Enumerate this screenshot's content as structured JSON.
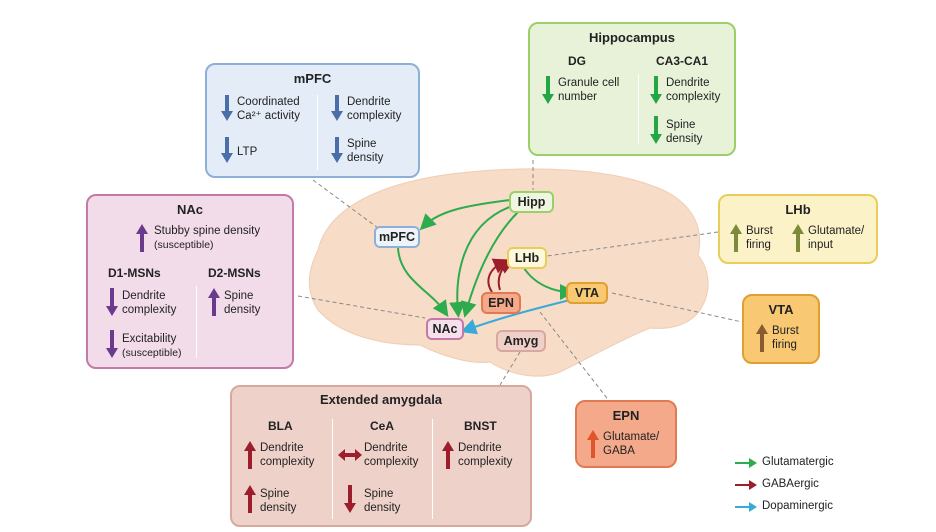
{
  "colors": {
    "glutamatergic": "#2eab4c",
    "gabaergic": "#9c1d2c",
    "dopaminergic": "#38a9d9",
    "down_blue": "#4a6fa8",
    "purple": "#6a3a8c",
    "green_arrow": "#23a645",
    "olive": "#7c8a3a",
    "brown": "#8a5a33",
    "red_arrow": "#9c1d2c",
    "orange_arrow": "#e0552a"
  },
  "mpfc_box": {
    "title": "mPFC",
    "col1": [
      {
        "dir": "down",
        "text1": "Coordinated",
        "text2": "Ca²⁺ activity"
      },
      {
        "dir": "down",
        "text1": "LTP",
        "text2": ""
      }
    ],
    "col2": [
      {
        "dir": "down",
        "text1": "Dendrite",
        "text2": "complexity"
      },
      {
        "dir": "down",
        "text1": "Spine",
        "text2": "density"
      }
    ]
  },
  "hippocampus_box": {
    "title": "Hippocampus",
    "dg_label": "DG",
    "ca_label": "CA3-CA1",
    "dg_item": {
      "dir": "down",
      "text1": "Granule cell",
      "text2": "number"
    },
    "ca_items": [
      {
        "dir": "down",
        "text1": "Dendrite",
        "text2": "complexity"
      },
      {
        "dir": "down",
        "text1": "Spine",
        "text2": "density"
      }
    ]
  },
  "nac_box": {
    "title": "NAc",
    "top_item": {
      "dir": "up",
      "text1": "Stubby spine density",
      "text2": "(susceptible)"
    },
    "d1_label": "D1-MSNs",
    "d2_label": "D2-MSNs",
    "d1_items": [
      {
        "dir": "down",
        "text1": "Dendrite",
        "text2": "complexity"
      },
      {
        "dir": "down",
        "text1": "Excitability",
        "text2": "(susceptible)"
      }
    ],
    "d2_item": {
      "dir": "up",
      "text1": "Spine",
      "text2": "density"
    }
  },
  "lhb_box": {
    "title": "LHb",
    "items": [
      {
        "dir": "up",
        "text1": "Burst",
        "text2": "firing"
      },
      {
        "dir": "up",
        "text1": "Glutamate/",
        "text2": "input"
      }
    ]
  },
  "vta_box": {
    "title": "VTA",
    "item": {
      "dir": "up",
      "text1": "Burst",
      "text2": "firing"
    }
  },
  "epn_box": {
    "title": "EPN",
    "item": {
      "dir": "up",
      "text1": "Glutamate/",
      "text2": "GABA"
    }
  },
  "amygdala_box": {
    "title": "Extended amygdala",
    "bla_label": "BLA",
    "cea_label": "CeA",
    "bnst_label": "BNST",
    "bla_items": [
      {
        "dir": "up",
        "text1": "Dendrite",
        "text2": "complexity"
      },
      {
        "dir": "up",
        "text1": "Spine",
        "text2": "density"
      }
    ],
    "cea_items": [
      {
        "dir": "both",
        "text1": "Dendrite",
        "text2": "complexity"
      },
      {
        "dir": "down",
        "text1": "Spine",
        "text2": "density"
      }
    ],
    "bnst_item": {
      "dir": "up",
      "text1": "Dendrite",
      "text2": "complexity"
    }
  },
  "brain_nodes": {
    "hipp": "Hipp",
    "mpfc": "mPFC",
    "lhb": "LHb",
    "epn": "EPN",
    "vta": "VTA",
    "nac": "NAc",
    "amyg": "Amyg"
  },
  "legend": {
    "glutamatergic": "Glutamatergic",
    "gabaergic": "GABAergic",
    "dopaminergic": "Dopaminergic"
  }
}
